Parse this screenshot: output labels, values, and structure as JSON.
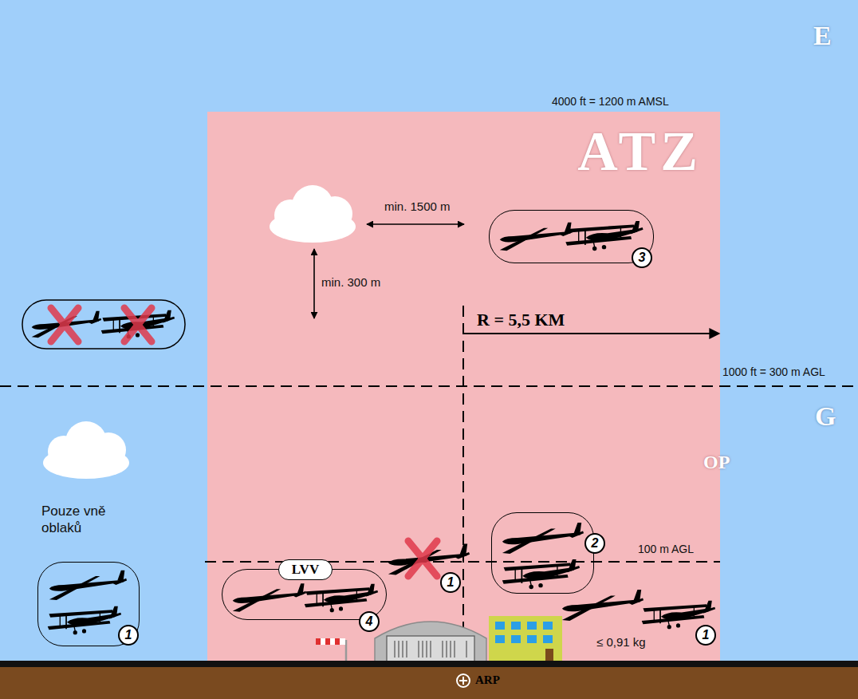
{
  "diagram": {
    "nodes": [
      {
        "text": [
          "ATZ"
        ]
      },
      {
        "text": [
          "3"
        ],
        "in": 0
      },
      {
        "text": [
          "2"
        ],
        "in": 0
      },
      {
        "text": [
          "LVV",
          "4"
        ],
        "in": 0
      },
      {
        "text": [
          "1"
        ]
      }
    ],
    "labels": [
      "E",
      "4000 ft = 1200 m AMSL",
      "min. 1500 m",
      "min. 300 m",
      "R = 5,5 KM",
      "1000 ft = 300 m AGL",
      "G",
      "OP",
      "Pouze vně oblaků",
      "100 m AGL",
      "1",
      "≤ 0,91 kg",
      "1",
      "ARP"
    ]
  }
}
